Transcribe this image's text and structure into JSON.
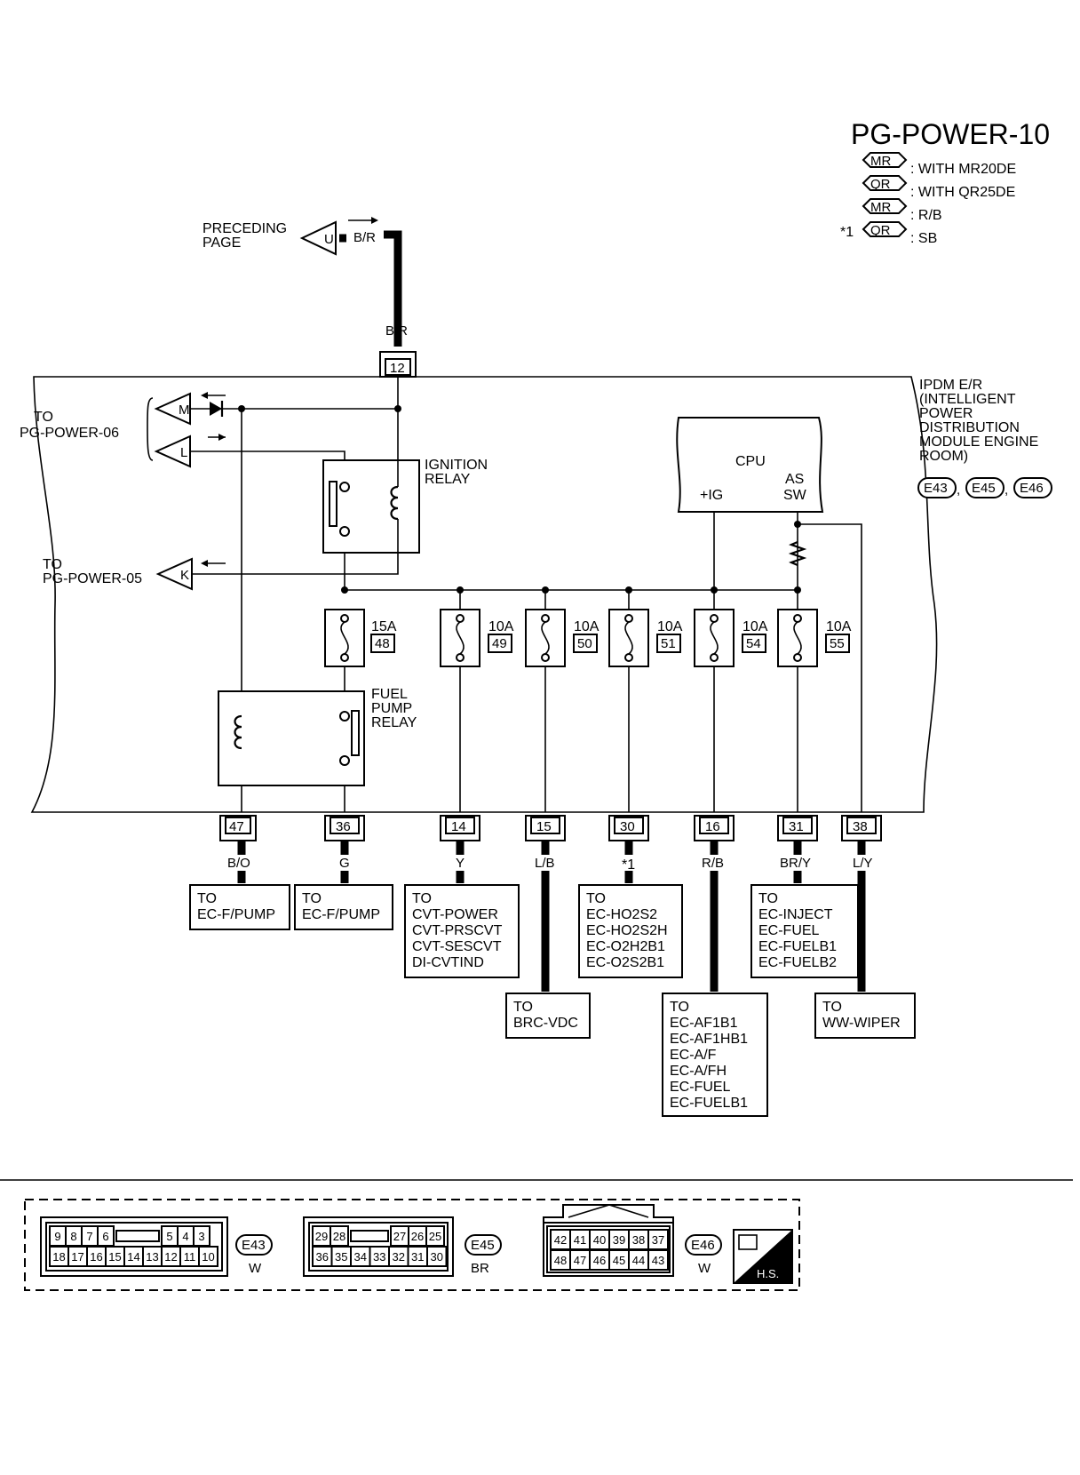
{
  "title": "PG-POWER-10",
  "legend": [
    {
      "tag": "MR",
      "text": ": WITH MR20DE"
    },
    {
      "tag": "QR",
      "text": ": WITH QR25DE"
    },
    {
      "tag": "MR",
      "text": ": R/B"
    },
    {
      "tag": "QR",
      "text": ": SB"
    }
  ],
  "legend_note": "*1",
  "preceding": {
    "line1": "PRECEDING",
    "line2": "PAGE",
    "connector": "U",
    "wire": "B/R",
    "wire2": "B/R",
    "terminal": "12"
  },
  "module": {
    "lines": [
      "IPDM E/R",
      "(INTELLIGENT",
      "POWER",
      "DISTRIBUTION",
      "MODULE ENGINE",
      "ROOM)"
    ],
    "connectors": [
      "E43",
      "E45",
      "E46"
    ],
    "sep": ","
  },
  "left_refs": [
    {
      "to": "TO",
      "page": "PG-POWER-06",
      "connectors": [
        "M",
        "L"
      ]
    },
    {
      "to": "TO",
      "page": "PG-POWER-05",
      "connectors": [
        "K"
      ]
    }
  ],
  "relays": {
    "ignition": [
      "IGNITION",
      "RELAY"
    ],
    "fuel": [
      "FUEL",
      "PUMP",
      "RELAY"
    ]
  },
  "cpu": {
    "label": "CPU",
    "ig": "+IG",
    "as1": "AS",
    "as2": "SW"
  },
  "fuses": [
    {
      "amp": "15A",
      "num": "48"
    },
    {
      "amp": "10A",
      "num": "49"
    },
    {
      "amp": "10A",
      "num": "50"
    },
    {
      "amp": "10A",
      "num": "51"
    },
    {
      "amp": "10A",
      "num": "54"
    },
    {
      "amp": "10A",
      "num": "55"
    }
  ],
  "terminals": [
    {
      "pin": "47",
      "wire": "B/O",
      "dest": [
        "TO",
        "EC-F/PUMP"
      ]
    },
    {
      "pin": "36",
      "wire": "G",
      "dest": [
        "TO",
        "EC-F/PUMP"
      ]
    },
    {
      "pin": "14",
      "wire": "Y",
      "dest": [
        "TO",
        "CVT-POWER",
        "CVT-PRSCVT",
        "CVT-SESCVT",
        "DI-CVTIND"
      ]
    },
    {
      "pin": "15",
      "wire": "L/B",
      "dest": [
        "TO",
        "BRC-VDC"
      ]
    },
    {
      "pin": "30",
      "wire": "*1",
      "dest": [
        "TO",
        "EC-HO2S2",
        "EC-HO2S2H",
        "EC-O2H2B1",
        "EC-O2S2B1"
      ]
    },
    {
      "pin": "16",
      "wire": "R/B",
      "dest": [
        "TO",
        "EC-AF1B1",
        "EC-AF1HB1",
        "EC-A/F",
        "EC-A/FH",
        "EC-FUEL",
        "EC-FUELB1"
      ]
    },
    {
      "pin": "31",
      "wire": "BR/Y",
      "dest": [
        "TO",
        "EC-INJECT",
        "EC-FUEL",
        "EC-FUELB1",
        "EC-FUELB2"
      ]
    },
    {
      "pin": "38",
      "wire": "L/Y",
      "dest": [
        "TO",
        "WW-WIPER"
      ]
    }
  ],
  "connector_views": [
    {
      "id": "E43",
      "color": "W",
      "top": [
        "9",
        "8",
        "7",
        "6",
        "",
        "5",
        "4",
        "3"
      ],
      "bottom": [
        "18",
        "17",
        "16",
        "15",
        "14",
        "13",
        "12",
        "11",
        "10"
      ]
    },
    {
      "id": "E45",
      "color": "BR",
      "top": [
        "29",
        "28",
        "",
        "27",
        "26",
        "25"
      ],
      "bottom": [
        "36",
        "35",
        "34",
        "33",
        "32",
        "31",
        "30"
      ]
    },
    {
      "id": "E46",
      "color": "W",
      "top": [
        "42",
        "41",
        "40",
        "39",
        "38",
        "37"
      ],
      "bottom": [
        "48",
        "47",
        "46",
        "45",
        "44",
        "43"
      ]
    }
  ],
  "hs_label": "H.S."
}
